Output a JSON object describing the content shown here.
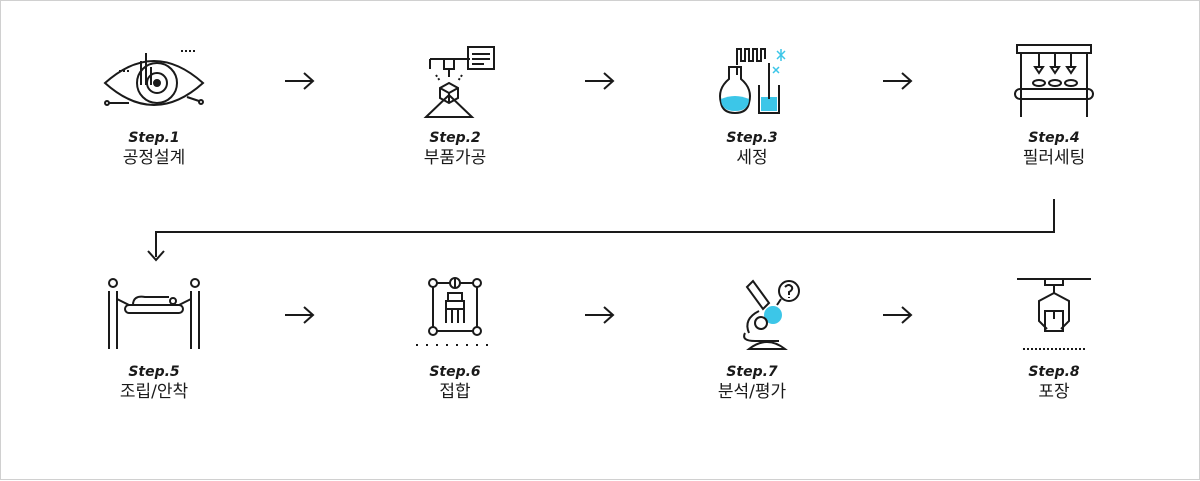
{
  "colors": {
    "stroke": "#1a1a1a",
    "accent": "#3cc6e8"
  },
  "steps": [
    {
      "label": "Step.1",
      "title": "공정설계",
      "icon": "eye-analytics-icon"
    },
    {
      "label": "Step.2",
      "title": "부품가공",
      "icon": "3d-printer-icon"
    },
    {
      "label": "Step.3",
      "title": "세정",
      "icon": "lab-flask-icon"
    },
    {
      "label": "Step.4",
      "title": "필러세팅",
      "icon": "filler-machine-icon"
    },
    {
      "label": "Step.5",
      "title": "조립/안착",
      "icon": "assembly-workers-icon"
    },
    {
      "label": "Step.6",
      "title": "접합",
      "icon": "bonding-frame-icon"
    },
    {
      "label": "Step.7",
      "title": "분석/평가",
      "icon": "microscope-icon"
    },
    {
      "label": "Step.8",
      "title": "포장",
      "icon": "packaging-icon"
    }
  ]
}
